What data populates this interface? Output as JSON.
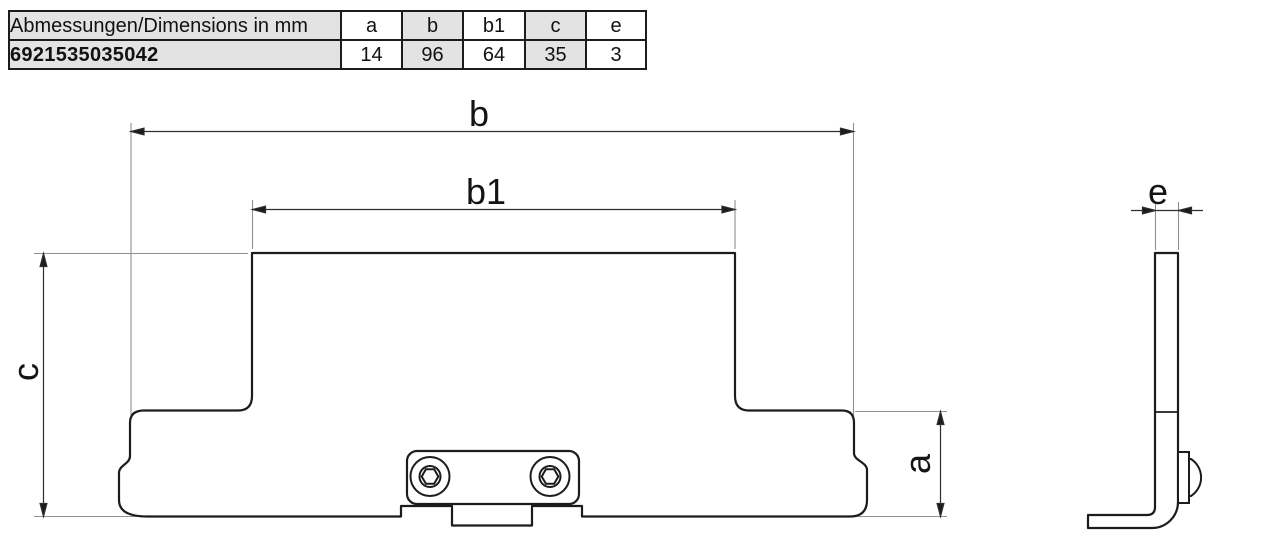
{
  "table": {
    "caption": "Abmessungen/Dimensions in mm",
    "part_number": "6921535035042",
    "columns": [
      "a",
      "b",
      "b1",
      "c",
      "e"
    ],
    "values": [
      "14",
      "96",
      "64",
      "35",
      "3"
    ]
  },
  "drawing": {
    "labels": {
      "b": "b",
      "b1": "b1",
      "c": "c",
      "a": "a",
      "e": "e"
    }
  },
  "colors": {
    "cell_shade": "#e3e3e3",
    "outline": "#1c1c1c",
    "thin_line": "#8f8f8f",
    "background": "#ffffff"
  }
}
